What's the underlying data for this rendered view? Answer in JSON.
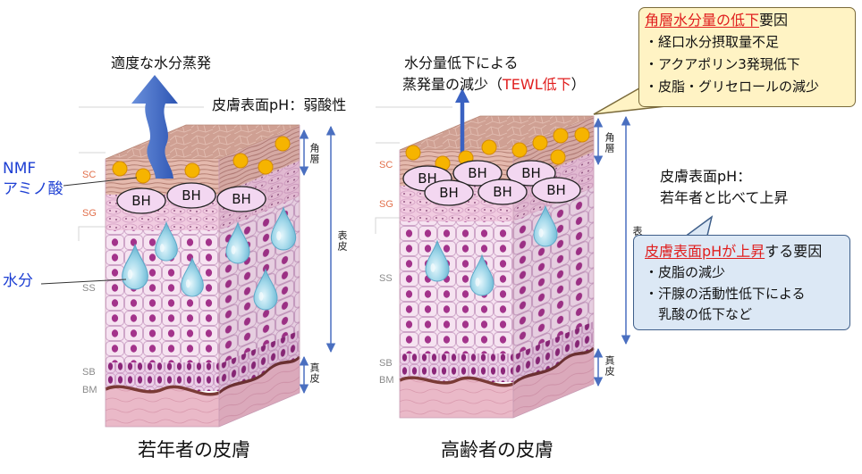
{
  "colors": {
    "highlight_red": "#e01e1e",
    "label_blue": "#1d3fd3",
    "arrow_blue": "#3a62c2",
    "nmf_gold": "#f6b400",
    "water_blue": "#8fd0e6",
    "yellow_box_fill": "#fff3c4",
    "blue_box_fill": "#dce8f5"
  },
  "young": {
    "caption": "若年者の皮膚",
    "evaporation": "適度な水分蒸発",
    "surface_ph": "皮膚表面pH：弱酸性",
    "nmf": "NMF",
    "amino_acid": "アミノ酸",
    "water": "水分",
    "layers": {
      "sc": "SC",
      "sg": "SG",
      "ss": "SS",
      "sb": "SB",
      "bm": "BM"
    },
    "regions": {
      "stratum_corneum": "角層",
      "epidermis": "表皮",
      "dermis": "真皮"
    },
    "bh": [
      "BH",
      "BH",
      "BH"
    ]
  },
  "elderly": {
    "caption": "高齢者の皮膚",
    "evaporation_line1": "水分量低下による",
    "evaporation_line2": "蒸発量の減少（",
    "evaporation_highlight": "TEWL低下",
    "evaporation_close": "）",
    "surface_ph_line1": "皮膚表面pH：",
    "surface_ph_line2": "若年者と比べて上昇",
    "layers": {
      "sc": "SC",
      "sg": "SG",
      "ss": "SS",
      "sb": "SB",
      "bm": "BM"
    },
    "regions": {
      "stratum_corneum": "角層",
      "epidermis": "表皮",
      "dermis": "真皮"
    },
    "bh": [
      "BH",
      "BH",
      "BH",
      "BH",
      "BH",
      "BH"
    ]
  },
  "hydration_factors": {
    "title_highlight": "角層水分量の低下",
    "title_rest": "要因",
    "items": [
      "・経口水分摂取量不足",
      "・アクアポリン3発現低下",
      "・皮脂・グリセロールの減少"
    ]
  },
  "ph_factors": {
    "title_highlight": "皮膚表面pHが上昇",
    "title_rest": "する要因",
    "items": [
      "・皮脂の減少",
      "・汗腺の活動性低下による",
      "乳酸の低下など"
    ]
  }
}
